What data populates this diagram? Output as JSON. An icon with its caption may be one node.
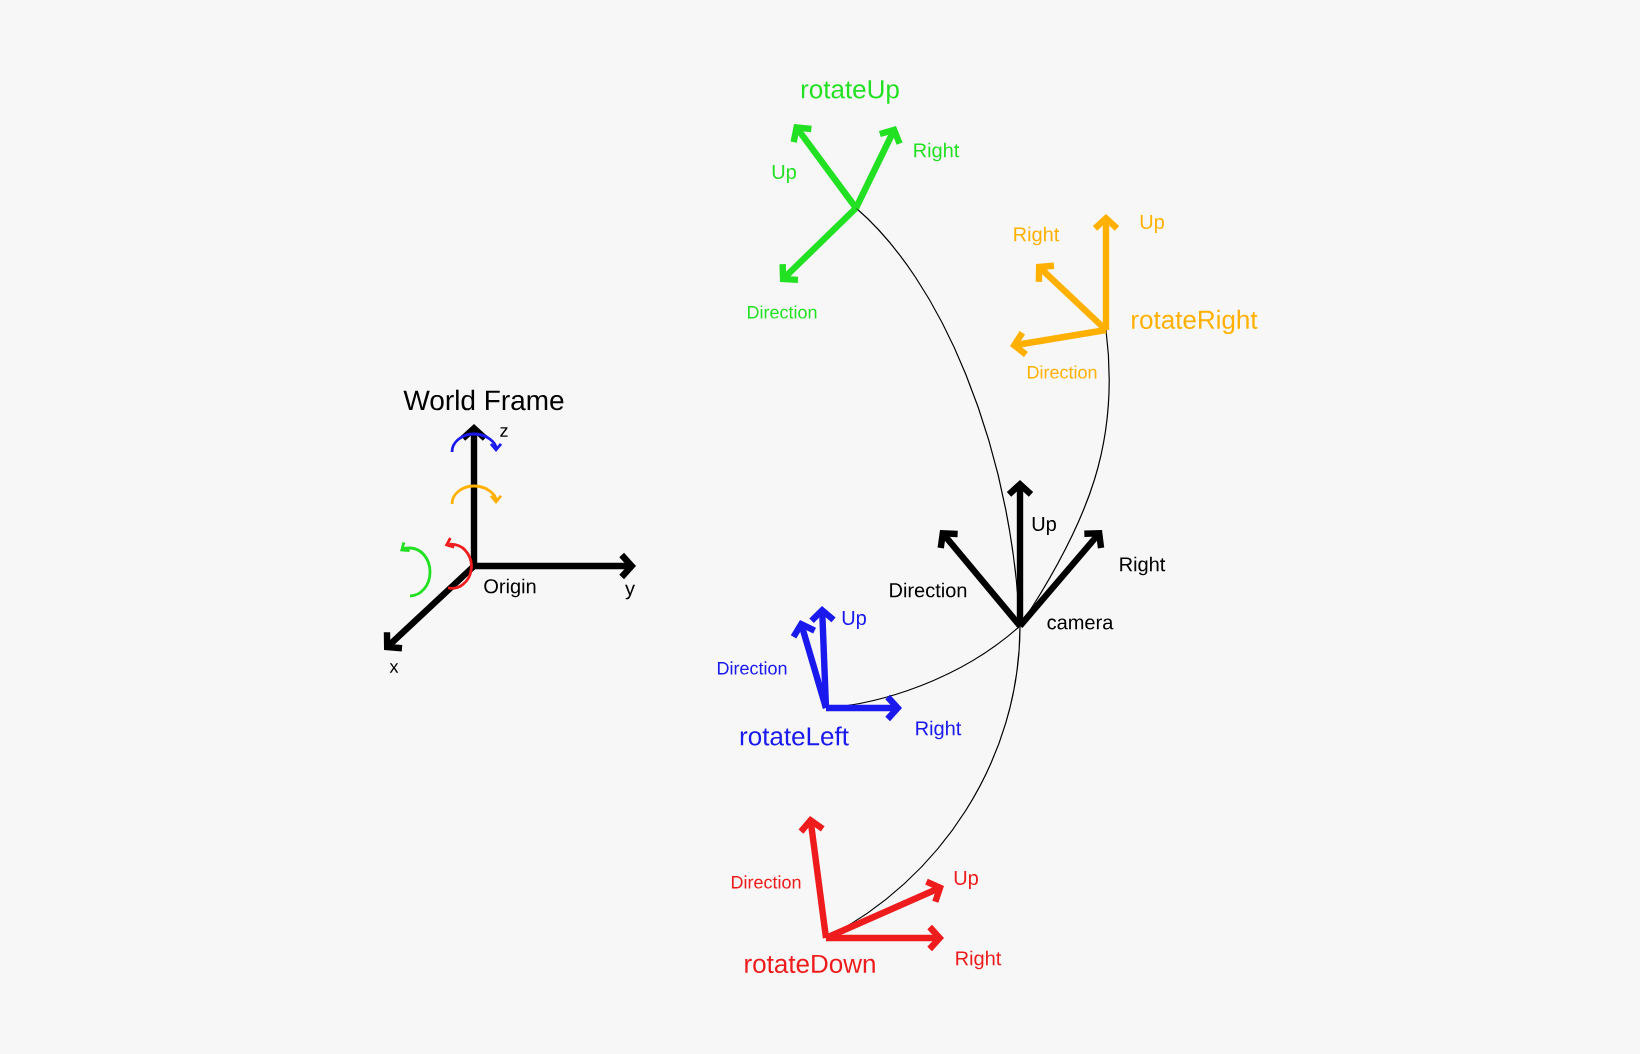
{
  "diagram": {
    "labels": [
      "rotateUp",
      "Right",
      "Up",
      "Right",
      "Up",
      "Direction",
      "rotateRight",
      "Direction",
      "World Frame",
      "z",
      "Up",
      "Right",
      "Origin",
      "y",
      "Direction",
      "Up",
      "camera",
      "x",
      "Direction",
      "rotateLeft",
      "Right",
      "Direction",
      "Up",
      "rotateDown",
      "Right"
    ]
  }
}
